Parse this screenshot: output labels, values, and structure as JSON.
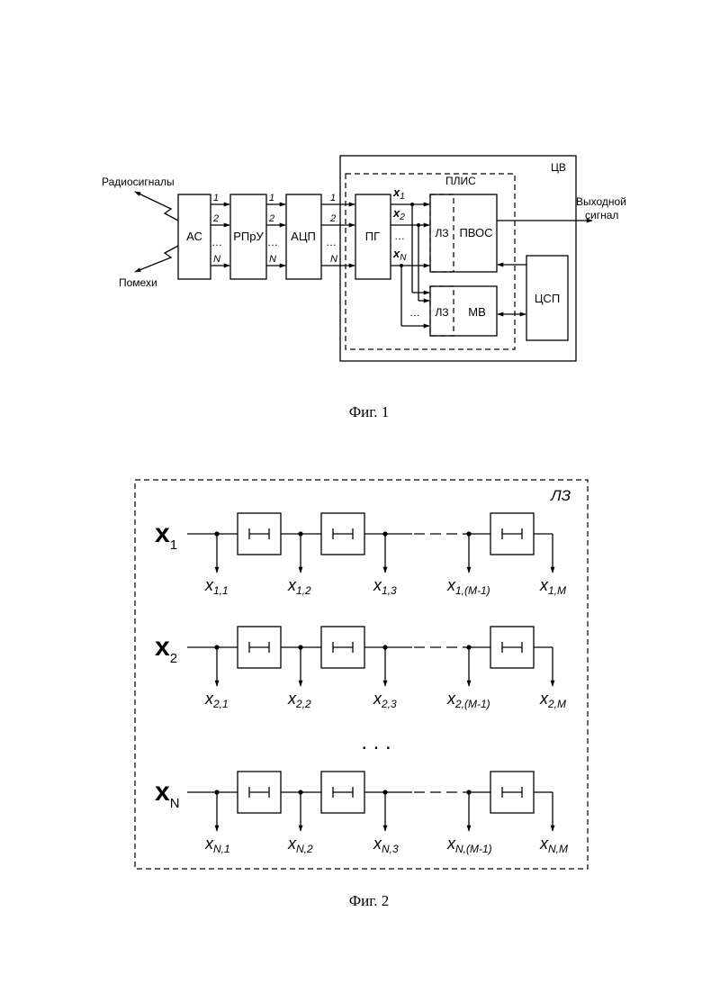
{
  "fig1": {
    "caption": "Фиг. 1",
    "labels": {
      "radio_signals": "Радиосигналы",
      "interference": "Помехи",
      "output_line1": "Выходной",
      "output_line2": "сигнал",
      "plis": "ПЛИС",
      "cv": "ЦВ"
    },
    "blocks": {
      "as": "АС",
      "rpru": "РПрУ",
      "adc": "АЦП",
      "pg": "ПГ",
      "lz_top": "ЛЗ",
      "pvos": "ПВОС",
      "lz_bottom": "ЛЗ",
      "mv": "МВ",
      "csp": "ЦСП"
    },
    "channels": {
      "c1": "1",
      "c2": "2",
      "cn": "N",
      "dots": "…"
    },
    "pg_outputs": {
      "x": "x",
      "s1": "1",
      "s2": "2",
      "sn": "N",
      "dots": "…"
    }
  },
  "fig2": {
    "caption": "Фиг. 2",
    "box_label": "ЛЗ",
    "vertical_dots": ". . .",
    "rows": [
      {
        "input_main": "x",
        "input_sub": "1",
        "taps": [
          {
            "main": "x",
            "sub": "1,1"
          },
          {
            "main": "x",
            "sub": "1,2"
          },
          {
            "main": "x",
            "sub": "1,3"
          },
          {
            "main": "x",
            "sub": "1,(M-1)"
          },
          {
            "main": "x",
            "sub": "1,M"
          }
        ]
      },
      {
        "input_main": "x",
        "input_sub": "2",
        "taps": [
          {
            "main": "x",
            "sub": "2,1"
          },
          {
            "main": "x",
            "sub": "2,2"
          },
          {
            "main": "x",
            "sub": "2,3"
          },
          {
            "main": "x",
            "sub": "2,(M-1)"
          },
          {
            "main": "x",
            "sub": "2,M"
          }
        ]
      },
      {
        "input_main": "x",
        "input_sub": "N",
        "taps": [
          {
            "main": "x",
            "sub": "N,1"
          },
          {
            "main": "x",
            "sub": "N,2"
          },
          {
            "main": "x",
            "sub": "N,3"
          },
          {
            "main": "x",
            "sub": "N,(M-1)"
          },
          {
            "main": "x",
            "sub": "N,M"
          }
        ]
      }
    ]
  }
}
